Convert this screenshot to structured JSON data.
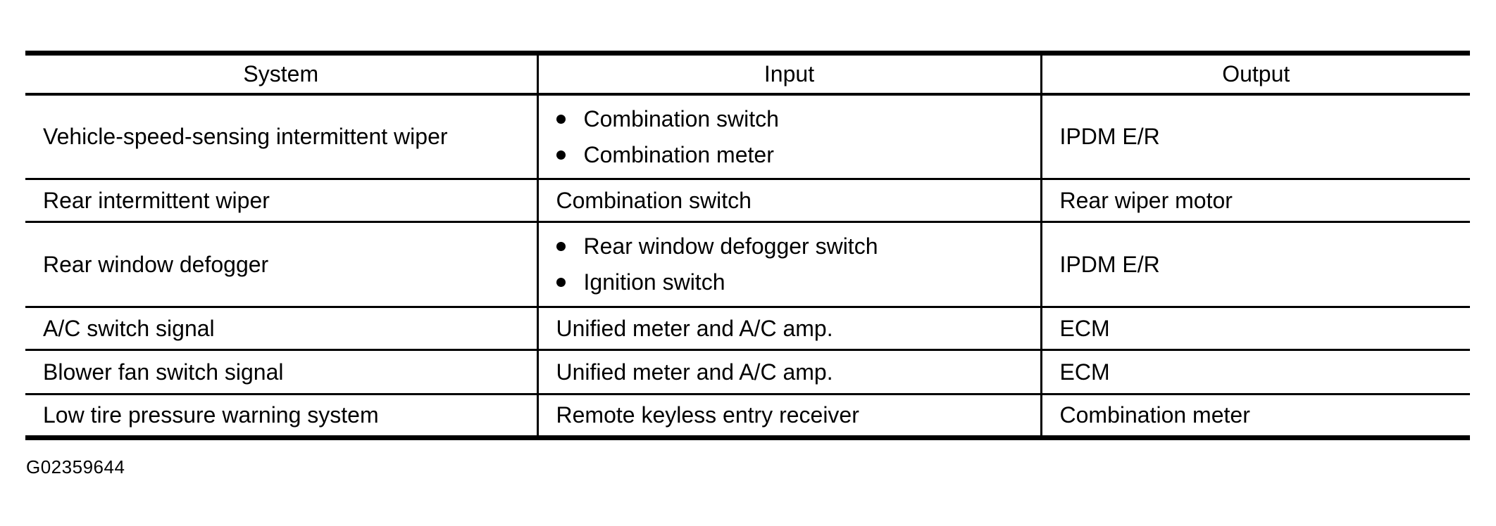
{
  "colors": {
    "background": "#ffffff",
    "text": "#000000",
    "line": "#000000"
  },
  "table": {
    "columns": [
      "System",
      "Input",
      "Output"
    ],
    "rows": [
      {
        "system": "Vehicle-speed-sensing intermittent wiper",
        "input": [
          "Combination switch",
          "Combination meter"
        ],
        "input_bulleted": true,
        "output": "IPDM E/R"
      },
      {
        "system": "Rear intermittent wiper",
        "input": [
          "Combination switch"
        ],
        "input_bulleted": false,
        "output": "Rear wiper motor"
      },
      {
        "system": "Rear window defogger",
        "input": [
          "Rear window defogger switch",
          "Ignition switch"
        ],
        "input_bulleted": true,
        "output": "IPDM E/R"
      },
      {
        "system": "A/C switch signal",
        "input": [
          "Unified meter and A/C amp."
        ],
        "input_bulleted": false,
        "output": "ECM"
      },
      {
        "system": "Blower fan switch signal",
        "input": [
          "Unified meter and A/C amp."
        ],
        "input_bulleted": false,
        "output": "ECM"
      },
      {
        "system": "Low tire pressure warning system",
        "input": [
          "Remote keyless entry receiver"
        ],
        "input_bulleted": false,
        "output": "Combination meter"
      }
    ]
  },
  "caption": "G02359644"
}
